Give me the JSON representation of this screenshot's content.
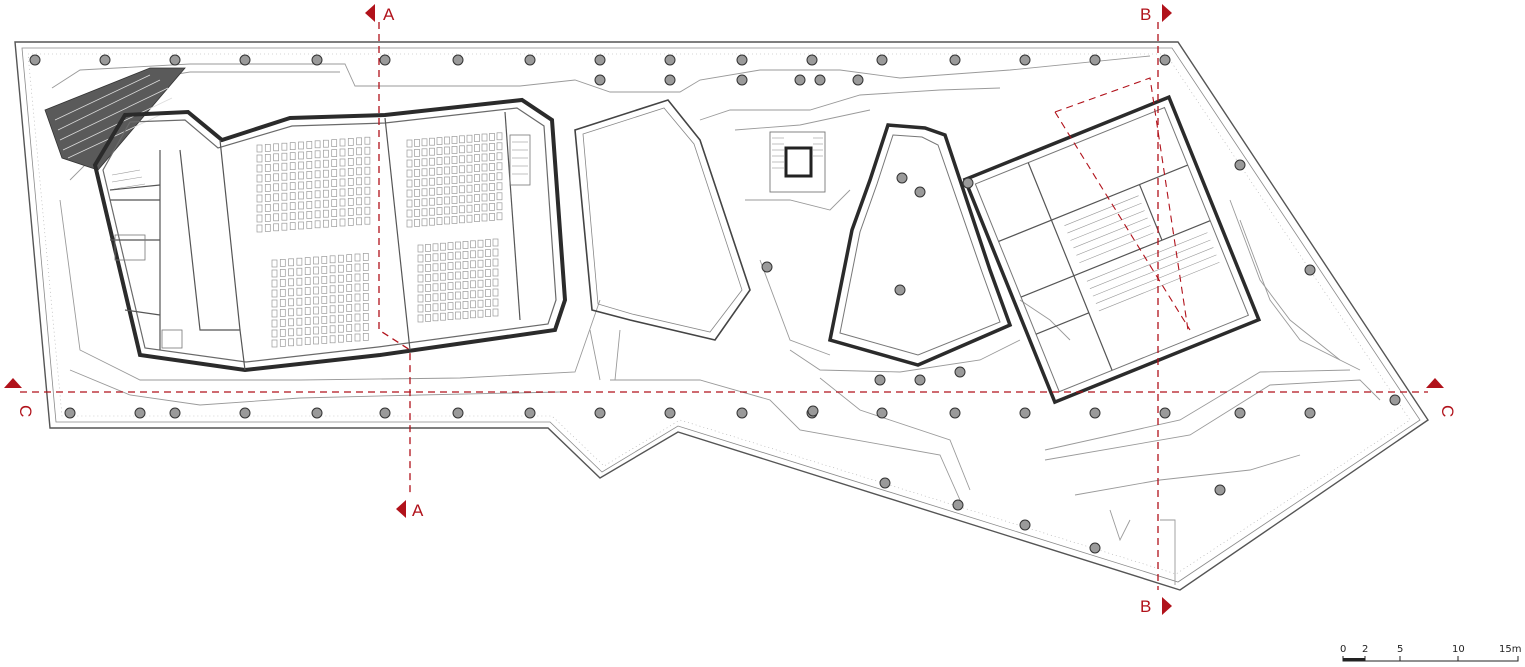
{
  "drawing": {
    "type": "architectural floor plan",
    "colors": {
      "section": "#b1121b",
      "wall": "#2b2b2b",
      "thin": "#8a8a8a",
      "column_fill": "#9a9a9a",
      "background": "#ffffff"
    }
  },
  "section_markers": {
    "A": "A",
    "B": "B",
    "C": "C"
  },
  "scale_bar": {
    "ticks": [
      "0",
      "2",
      "5",
      "10",
      "15m"
    ]
  }
}
